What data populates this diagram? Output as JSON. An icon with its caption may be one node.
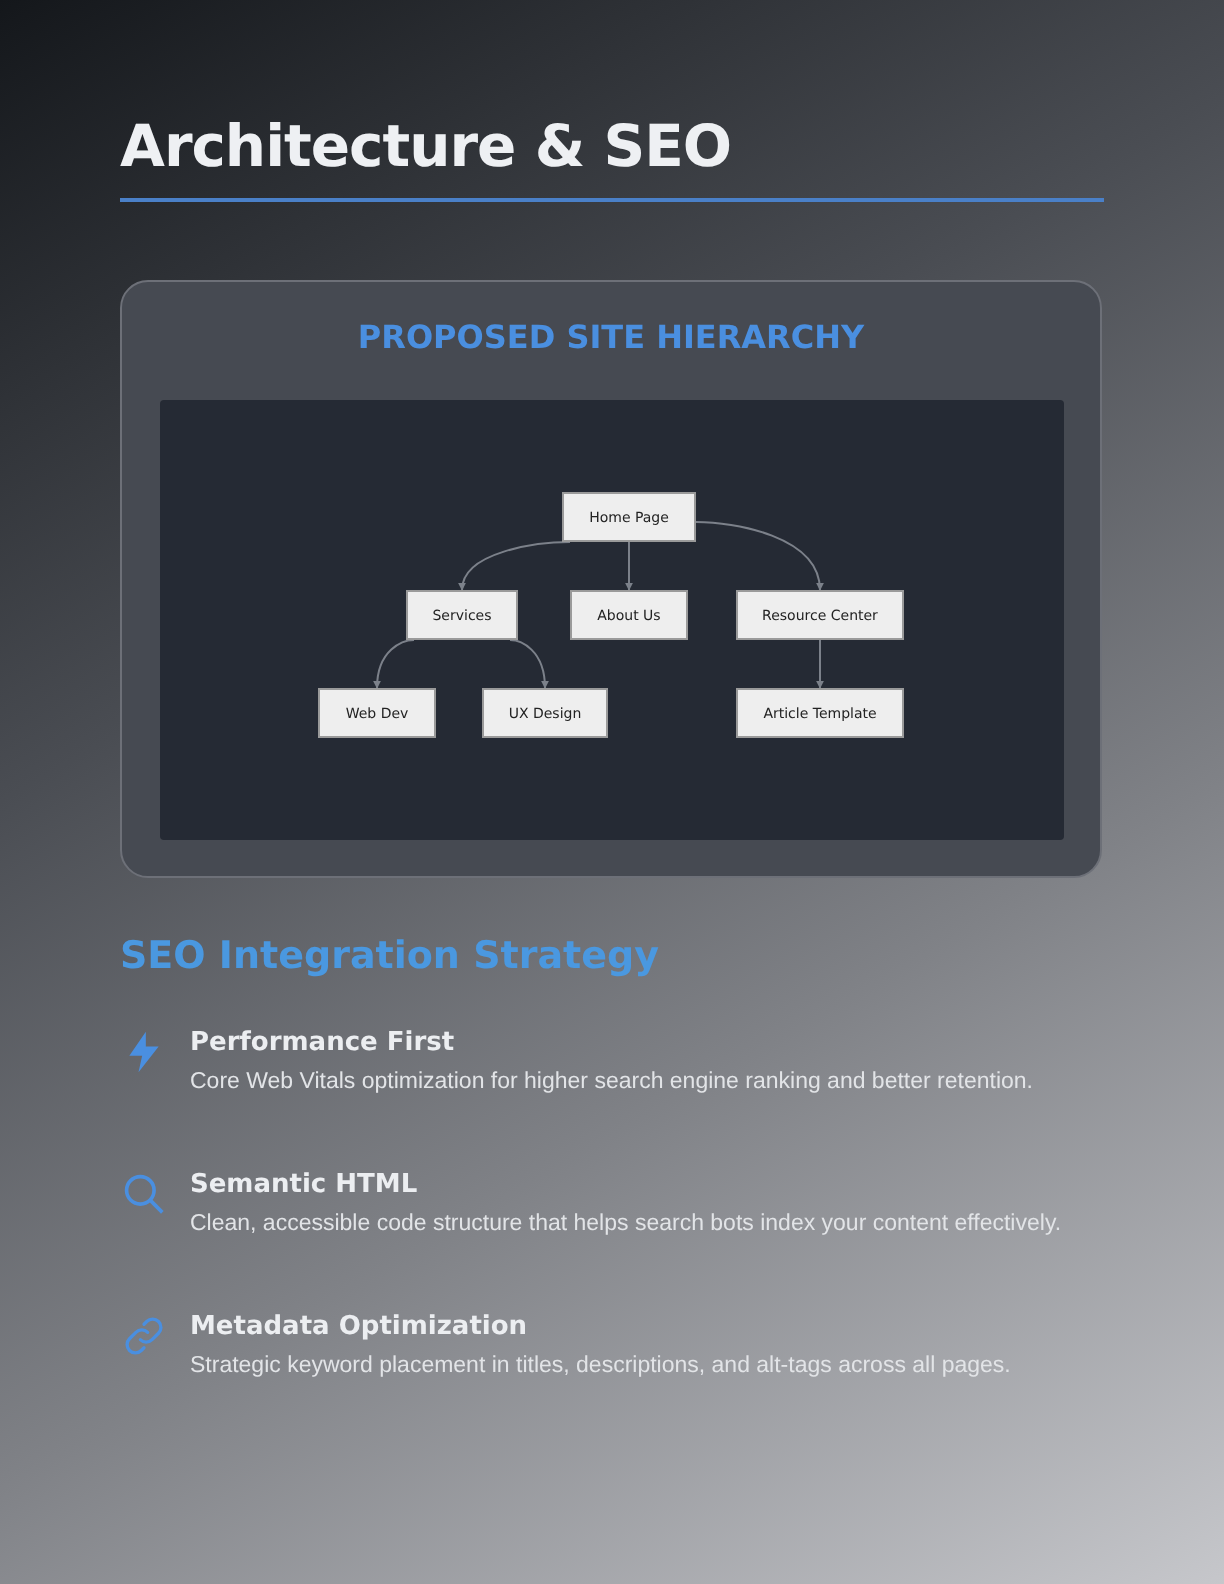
{
  "diagram": {
    "title": "Architecture & SEO",
    "nodes": [
      {
        "text": [
          "PROPOSED SITE HIERARCHY"
        ]
      },
      {
        "text": [
          "Home Page"
        ],
        "in": 0
      },
      {
        "text": [
          "Services"
        ],
        "in": 0
      },
      {
        "text": [
          "About Us"
        ],
        "in": 0
      },
      {
        "text": [
          "Resource Center"
        ],
        "in": 0
      },
      {
        "text": [
          "Web Dev"
        ],
        "in": 0
      },
      {
        "text": [
          "UX Design"
        ],
        "in": 0
      },
      {
        "text": [
          "Article Template"
        ],
        "in": 0
      }
    ],
    "edges": [
      {
        "from": 1,
        "to": 2,
        "arrow": "to"
      },
      {
        "from": 1,
        "to": 3,
        "arrow": "to"
      },
      {
        "from": 1,
        "to": 4,
        "arrow": "to"
      },
      {
        "from": 2,
        "to": 5,
        "arrow": "to"
      },
      {
        "from": 2,
        "to": 6,
        "arrow": "to"
      },
      {
        "from": 4,
        "to": 7,
        "arrow": "to"
      }
    ],
    "labels": [
      "SEO Integration Strategy",
      "Performance First",
      "Core Web Vitals optimization for higher search engine ranking and better retention.",
      "Semantic HTML",
      "Clean, accessible code structure that helps search bots index your content effectively.",
      "Metadata Optimization",
      "Strategic keyword placement in titles, descriptions, and alt-tags across all pages."
    ]
  }
}
